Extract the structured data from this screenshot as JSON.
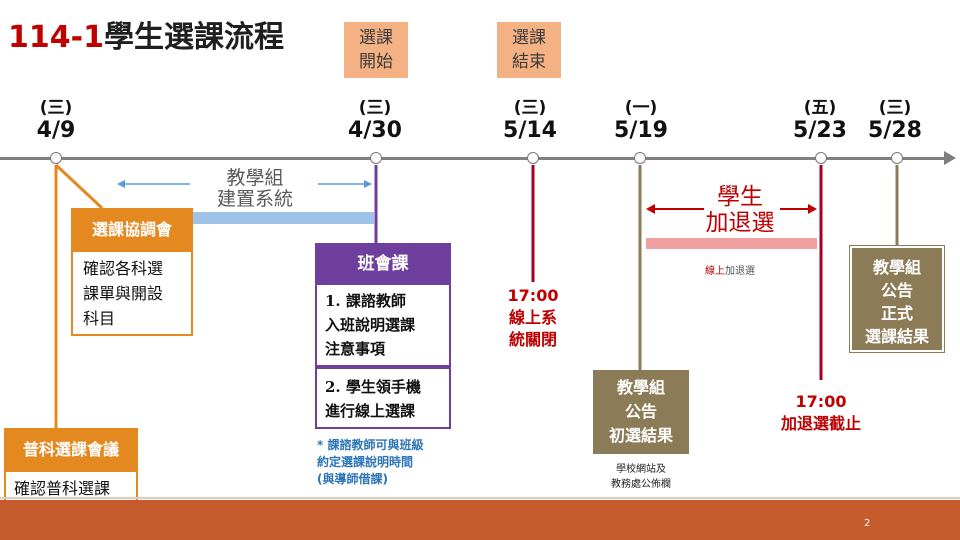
{
  "title": {
    "number": "114-1",
    "text": "學生選課流程"
  },
  "phase_labels": {
    "start": "選課\n開始",
    "end": "選課\n結束"
  },
  "dates": [
    {
      "day": "(三)",
      "date": "4/9"
    },
    {
      "day": "(三)",
      "date": "4/30"
    },
    {
      "day": "(三)",
      "date": "5/14"
    },
    {
      "day": "(一)",
      "date": "5/19"
    },
    {
      "day": "(五)",
      "date": "5/23"
    },
    {
      "day": "(三)",
      "date": "5/28"
    }
  ],
  "system_setup": {
    "line1": "教學組",
    "line2": "建置系統"
  },
  "coordination_meeting": {
    "header": "選課協調會",
    "body": "確認各科選\n課單與開設\n科目"
  },
  "general_meeting": {
    "header": "普科選課會議",
    "body": "確認普科選課\n單與開設科目"
  },
  "class_meeting": {
    "header": "班會課",
    "item1": "1. 課諮教師\n入班說明選課\n注意事項",
    "item2": "2. 學生領手機\n進行線上選課",
    "note": "* 課諮教師可與班級\n約定選課說明時間\n(與導師借課)"
  },
  "system_close": {
    "time": "17:00",
    "text": "線上系\n統關閉"
  },
  "add_drop": {
    "title_line1": "學生",
    "title_line2": "加退選",
    "online_prefix": "線上",
    "online_suffix": "加退選"
  },
  "preliminary": {
    "box": "教學組\n公告\n初選結果",
    "note": "學校網站及\n教務處公佈欄"
  },
  "add_drop_deadline": {
    "time": "17:00",
    "text": "加退選截止"
  },
  "final": {
    "box": "教學組\n公告\n正式\n選課結果"
  },
  "page_number": "2",
  "colors": {
    "accent_orange": "#e4891f",
    "purple": "#6f3f9e",
    "dark_red": "#a50021",
    "olive": "#8c7b57",
    "blue": "#6fa0d8",
    "pink": "#f2a5a5"
  }
}
